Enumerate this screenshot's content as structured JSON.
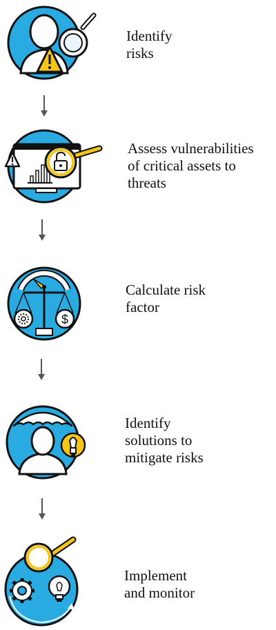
{
  "colors": {
    "circle_blue": "#29abe2",
    "accent_yellow": "#f5c518",
    "outline": "#111111",
    "arrow": "#555555"
  },
  "steps": [
    {
      "icon": "person-warning-magnifier-icon",
      "lines": [
        "Identify",
        "risks"
      ]
    },
    {
      "icon": "monitor-chart-unlock-magnifier-icon",
      "lines": [
        "Assess vulnerabilities",
        "of critical assets to",
        "threats"
      ]
    },
    {
      "icon": "gauge-scale-icon",
      "lines": [
        "Calculate risk",
        "factor"
      ]
    },
    {
      "icon": "person-umbrella-lightbulb-icon",
      "lines": [
        "Identify",
        "solutions to",
        "mitigate risks"
      ]
    },
    {
      "icon": "gear-lightbulb-magnifier-cycle-icon",
      "lines": [
        "Implement",
        "and monitor"
      ]
    }
  ]
}
